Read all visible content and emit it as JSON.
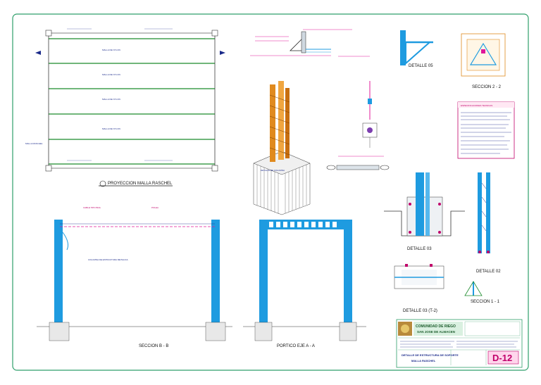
{
  "sheet": {
    "number": "D-12",
    "title_block": {
      "org_line1": "COMUNIDAD DE RIEGO",
      "org_line2": "SAN JOSE DE ALMACEN",
      "drawing_title_line1": "DETALLE DE ESTRUCTURA DE SOPORTE",
      "drawing_title_line2": "MALLA RASCHEL"
    }
  },
  "views": {
    "plan_title": "PROYECCION MALLA RASCHEL",
    "section_b_title": "SECCION B - B",
    "section_a_title": "PORTICO EJE A - A",
    "detail_05_title": "DETALLE 05",
    "section_2_title": "SECCION 2 - 2",
    "detail_03_title": "DETALLE 03",
    "detail_02_title": "DETALLE 02",
    "detail_03_t2_title": "DETALLE 03 (T-2)",
    "section_1_title": "SECCION 1 - 1",
    "column_title": "DETALLE DE COLUMNA"
  },
  "callouts": {
    "plan_left": "MALLA RASCHEL",
    "malla_rows": [
      "MALLA DE NYLON",
      "MALLA DE NYLON",
      "MALLA DE NYLON",
      "MALLA DE NYLON"
    ],
    "cable_label": "CABLE TIPO BOA",
    "polea_label": "POLEA",
    "columna_label": "COLUMNA DE ESTRUCTURA METALICA",
    "notes_title": "ESPECIFICACIONES TECNICAS"
  },
  "colors": {
    "border": "#2e9f6a",
    "steel": "#1e9be0",
    "accent": "#e0189a",
    "timber": "#e08a1e",
    "mesh_line": "#1a8a2a",
    "title_block_bg": "#d9f0e0",
    "sheet_number_bg": "#ffd6ec",
    "sheet_number_fg": "#c0006a"
  }
}
